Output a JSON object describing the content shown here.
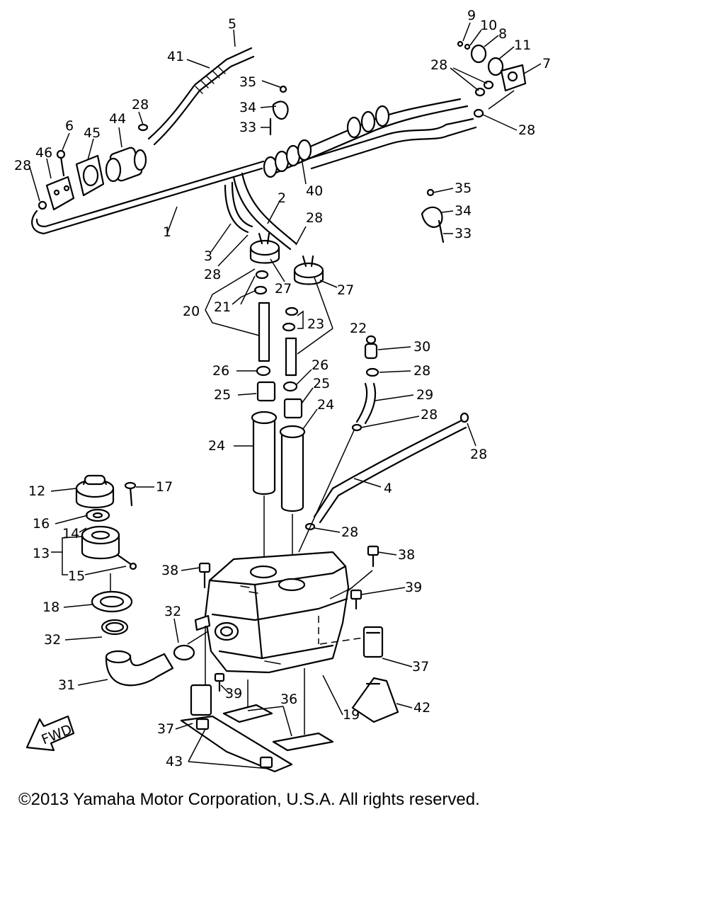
{
  "diagram": {
    "fwd_label": "FWD",
    "callouts": [
      {
        "id": "c5",
        "label": "5"
      },
      {
        "id": "c41",
        "label": "41"
      },
      {
        "id": "c35a",
        "label": "35"
      },
      {
        "id": "c34a",
        "label": "34"
      },
      {
        "id": "c33a",
        "label": "33"
      },
      {
        "id": "c28a",
        "label": "28"
      },
      {
        "id": "c44",
        "label": "44"
      },
      {
        "id": "c6",
        "label": "6"
      },
      {
        "id": "c45",
        "label": "45"
      },
      {
        "id": "c46",
        "label": "46"
      },
      {
        "id": "c28b",
        "label": "28"
      },
      {
        "id": "c9",
        "label": "9"
      },
      {
        "id": "c10",
        "label": "10"
      },
      {
        "id": "c8",
        "label": "8"
      },
      {
        "id": "c11",
        "label": "11"
      },
      {
        "id": "c28c",
        "label": "28"
      },
      {
        "id": "c7",
        "label": "7"
      },
      {
        "id": "c28d",
        "label": "28"
      },
      {
        "id": "c40",
        "label": "40"
      },
      {
        "id": "c2",
        "label": "2"
      },
      {
        "id": "c28e",
        "label": "28"
      },
      {
        "id": "c35b",
        "label": "35"
      },
      {
        "id": "c34b",
        "label": "34"
      },
      {
        "id": "c33b",
        "label": "33"
      },
      {
        "id": "c1",
        "label": "1"
      },
      {
        "id": "c3",
        "label": "3"
      },
      {
        "id": "c28f",
        "label": "28"
      },
      {
        "id": "c27a",
        "label": "27"
      },
      {
        "id": "c27b",
        "label": "27"
      },
      {
        "id": "c20",
        "label": "20"
      },
      {
        "id": "c21",
        "label": "21"
      },
      {
        "id": "c23",
        "label": "23"
      },
      {
        "id": "c22",
        "label": "22"
      },
      {
        "id": "c30",
        "label": "30"
      },
      {
        "id": "c26a",
        "label": "26"
      },
      {
        "id": "c26b",
        "label": "26"
      },
      {
        "id": "c28g",
        "label": "28"
      },
      {
        "id": "c25a",
        "label": "25"
      },
      {
        "id": "c25b",
        "label": "25"
      },
      {
        "id": "c29",
        "label": "29"
      },
      {
        "id": "c24a",
        "label": "24"
      },
      {
        "id": "c24b",
        "label": "24"
      },
      {
        "id": "c28h",
        "label": "28"
      },
      {
        "id": "c28i",
        "label": "28"
      },
      {
        "id": "c12",
        "label": "12"
      },
      {
        "id": "c17",
        "label": "17"
      },
      {
        "id": "c4",
        "label": "4"
      },
      {
        "id": "c16",
        "label": "16"
      },
      {
        "id": "c14",
        "label": "14"
      },
      {
        "id": "c13",
        "label": "13"
      },
      {
        "id": "c28j",
        "label": "28"
      },
      {
        "id": "c15",
        "label": "15"
      },
      {
        "id": "c38a",
        "label": "38"
      },
      {
        "id": "c38b",
        "label": "38"
      },
      {
        "id": "c39a",
        "label": "39"
      },
      {
        "id": "c18",
        "label": "18"
      },
      {
        "id": "c32a",
        "label": "32"
      },
      {
        "id": "c32b",
        "label": "32"
      },
      {
        "id": "c31",
        "label": "31"
      },
      {
        "id": "c37a",
        "label": "37"
      },
      {
        "id": "c39b",
        "label": "39"
      },
      {
        "id": "c36",
        "label": "36"
      },
      {
        "id": "c19",
        "label": "19"
      },
      {
        "id": "c42",
        "label": "42"
      },
      {
        "id": "c37b",
        "label": "37"
      },
      {
        "id": "c43",
        "label": "43"
      }
    ]
  },
  "footer": {
    "copyright": "©2013 Yamaha Motor Corporation, U.S.A. All rights reserved."
  }
}
